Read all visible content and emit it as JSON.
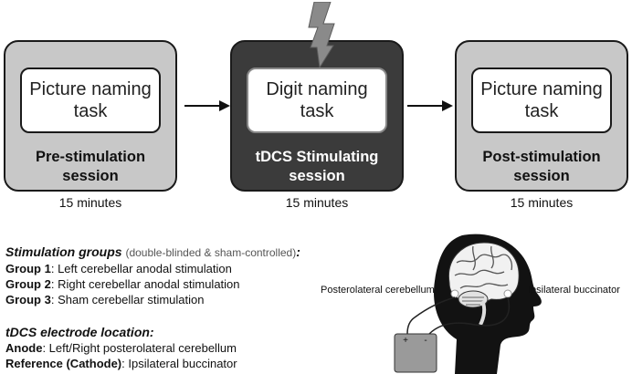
{
  "stages": [
    {
      "task": "Picture naming task",
      "session": "Pre-stimulation session",
      "duration": "15 minutes"
    },
    {
      "task": "Digit naming task",
      "session": "tDCS Stimulating session",
      "duration": "15 minutes"
    },
    {
      "task": "Picture naming task",
      "session": "Post-stimulation session",
      "duration": "15 minutes"
    }
  ],
  "groups": {
    "heading": "Stimulation groups",
    "heading_note": "(double-blinded & sham-controlled)",
    "heading_colon": ":",
    "items": [
      {
        "label": "Group 1",
        "text": ": Left cerebellar anodal stimulation"
      },
      {
        "label": "Group 2",
        "text": ": Right cerebellar anodal stimulation"
      },
      {
        "label": "Group 3",
        "text": ": Sham cerebellar stimulation"
      }
    ]
  },
  "electrodes": {
    "heading": "tDCS electrode location:",
    "items": [
      {
        "label": "Anode",
        "text": ": Left/Right posterolateral cerebellum"
      },
      {
        "label": "Reference (Cathode)",
        "text": ":  Ipsilateral buccinator"
      }
    ]
  },
  "head_labels": {
    "left": "Posterolateral cerebellum",
    "right": "Ipsilateral buccinator"
  },
  "device": {
    "plus": "+",
    "minus": "-"
  }
}
